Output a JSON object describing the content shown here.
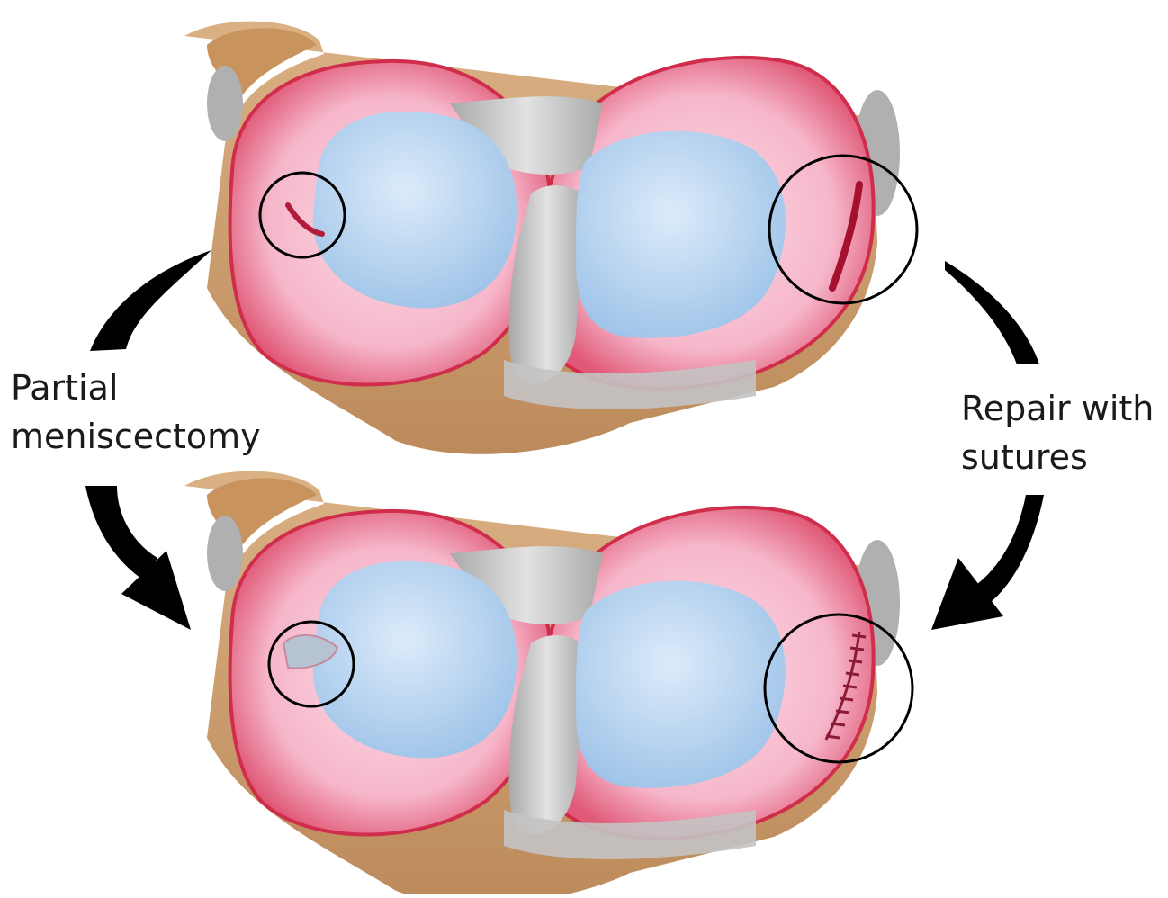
{
  "labels": {
    "left": {
      "line1": "Partial",
      "line2": "meniscectomy"
    },
    "right": {
      "line1": "Repair with",
      "line2": "sutures"
    }
  },
  "colors": {
    "meniscus": "#f7b8cc",
    "meniscus_rim": "#d9324f",
    "cartilage": "#b8d6f2",
    "ligament": "#c9c9c9",
    "bone": "#c89a68",
    "arrow": "#000000",
    "outline": "#000000"
  }
}
